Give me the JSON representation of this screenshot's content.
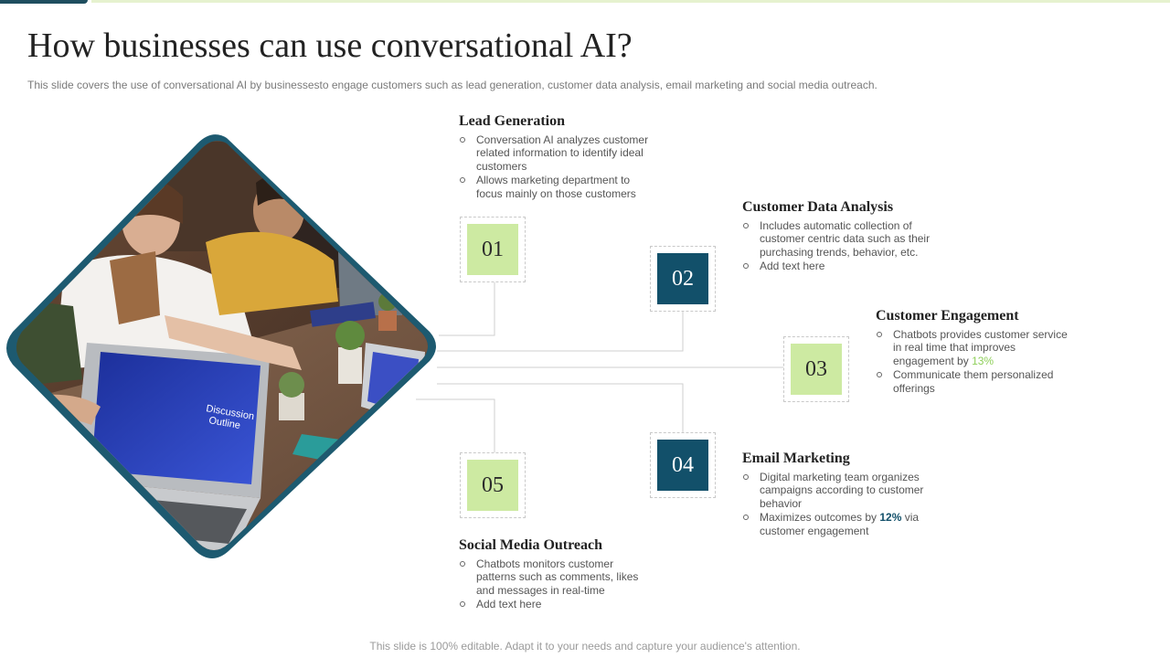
{
  "slide": {
    "title": "How businesses can use conversational AI?",
    "subtitle": "This slide covers the use of conversational AI by businessesto engage customers such as lead generation, customer data analysis, email marketing and social media outreach.",
    "footer": "This slide is 100% editable. Adapt it to your needs and capture your audience's attention."
  },
  "photo": {
    "description_icon": "team-meeting-photo",
    "screen_text_line1": "Discussion",
    "screen_text_line2": "Outline"
  },
  "items": [
    {
      "number": "01",
      "title": "Lead Generation",
      "bullets": [
        "Conversation AI analyzes customer related information to identify ideal customers",
        "Allows marketing department to focus mainly on those customers"
      ]
    },
    {
      "number": "02",
      "title": "Customer Data Analysis",
      "bullets": [
        "Includes automatic collection of customer centric data such as their purchasing trends, behavior, etc.",
        "Add text here"
      ]
    },
    {
      "number": "03",
      "title": "Customer Engagement",
      "bullets": [
        {
          "pre": "Chatbots provides customer service in real time that improves engagement by ",
          "highlight": "13%",
          "post": ""
        },
        "Communicate them personalized offerings"
      ]
    },
    {
      "number": "04",
      "title": "Email Marketing",
      "bullets": [
        "Digital marketing team organizes campaigns according to customer behavior",
        {
          "pre": "Maximizes outcomes by ",
          "highlight": "12%",
          "post": " via customer engagement"
        }
      ]
    },
    {
      "number": "05",
      "title": "Social Media Outreach",
      "bullets": [
        "Chatbots monitors customer patterns such as comments, likes and messages in real-time",
        "Add text here"
      ]
    }
  ],
  "colors": {
    "accent_green": "#cdeaa2",
    "accent_dark": "#12506a",
    "highlight_green": "#8fcf5a"
  }
}
